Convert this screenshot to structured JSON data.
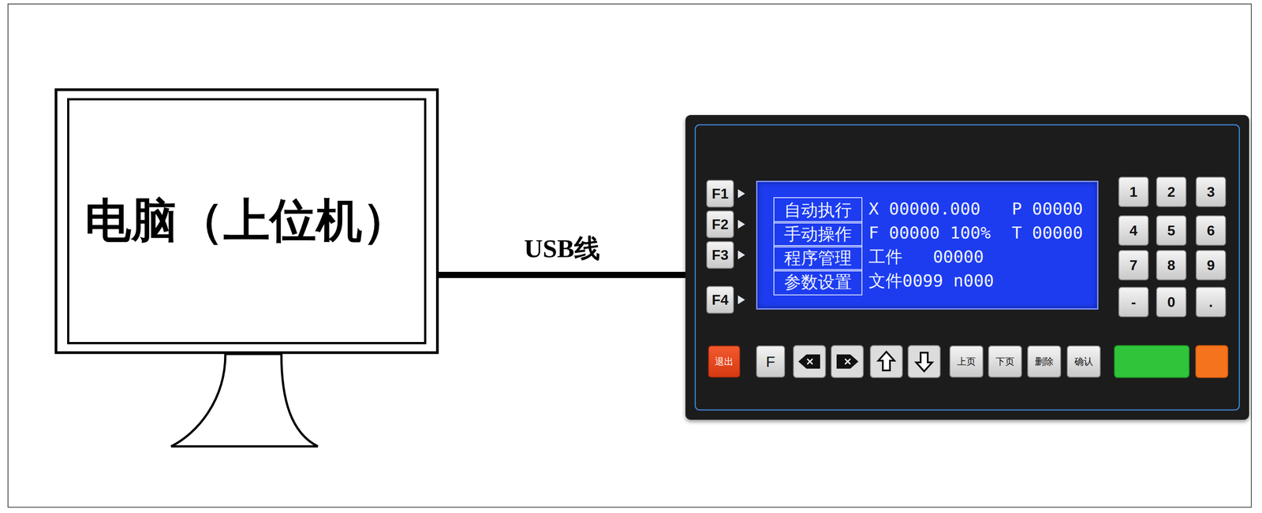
{
  "diagram": {
    "nodes": [
      {
        "text": [
          "电脑（上位机）"
        ]
      },
      {
        "text": []
      },
      {
        "text": [
          "F1"
        ],
        "in": 1
      },
      {
        "text": [
          "F2"
        ],
        "in": 1
      },
      {
        "text": [
          "F3"
        ],
        "in": 1
      },
      {
        "text": [
          "F4"
        ],
        "in": 1
      },
      {
        "text": [
          "X 00000.000",
          "P 00000",
          "F 00000 100%",
          "T 00000",
          "工件   00000",
          "文件0099 n000"
        ],
        "in": 1
      },
      {
        "text": [
          "自动执行"
        ],
        "in": 6
      },
      {
        "text": [
          "手动操作"
        ],
        "in": 6
      },
      {
        "text": [
          "程序管理"
        ],
        "in": 6
      },
      {
        "text": [
          "参数设置"
        ],
        "in": 6
      },
      {
        "text": [
          "1"
        ],
        "in": 1
      },
      {
        "text": [
          "2"
        ],
        "in": 1
      },
      {
        "text": [
          "3"
        ],
        "in": 1
      },
      {
        "text": [
          "4"
        ],
        "in": 1
      },
      {
        "text": [
          "5"
        ],
        "in": 1
      },
      {
        "text": [
          "6"
        ],
        "in": 1
      },
      {
        "text": [
          "7"
        ],
        "in": 1
      },
      {
        "text": [
          "8"
        ],
        "in": 1
      },
      {
        "text": [
          "9"
        ],
        "in": 1
      },
      {
        "text": [
          "-"
        ],
        "in": 1
      },
      {
        "text": [
          "0"
        ],
        "in": 1
      },
      {
        "text": [
          "."
        ],
        "in": 1
      },
      {
        "text": [
          "退出"
        ],
        "in": 1
      },
      {
        "text": [
          "F"
        ],
        "in": 1
      },
      {
        "text": [
          "上页"
        ],
        "in": 1
      },
      {
        "text": [
          "下页"
        ],
        "in": 1
      },
      {
        "text": [
          "删除"
        ],
        "in": 1
      },
      {
        "text": [
          "确认"
        ],
        "in": 1
      }
    ],
    "edges": [
      {
        "from": 0,
        "to": 1,
        "label": "USB线",
        "arrow": "none"
      }
    ]
  }
}
